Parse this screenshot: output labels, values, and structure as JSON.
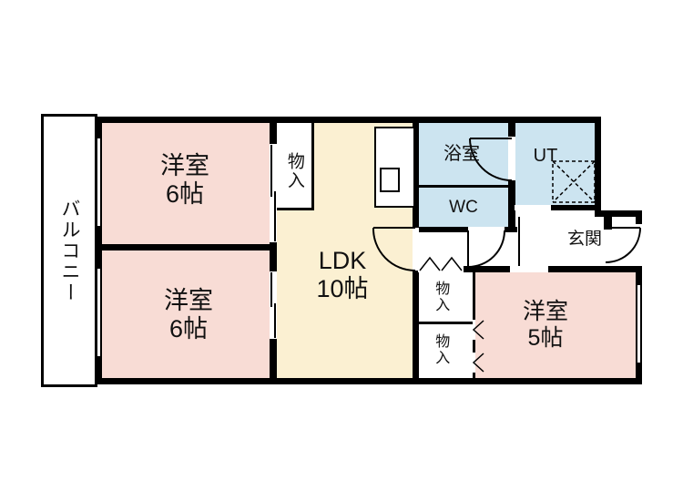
{
  "plan": {
    "balcony": {
      "label": "バルコニー"
    },
    "rooms": {
      "bedroom_top_left": {
        "name": "洋室",
        "size": "6帖"
      },
      "bedroom_bottom_left": {
        "name": "洋室",
        "size": "6帖"
      },
      "ldk": {
        "name": "LDK",
        "size": "10帖"
      },
      "bedroom_right": {
        "name": "洋室",
        "size": "5帖"
      },
      "bathroom": {
        "label": "浴室"
      },
      "toilet": {
        "label": "WC"
      },
      "utility": {
        "label": "UT"
      },
      "entrance": {
        "label": "玄関"
      },
      "closet_top": {
        "label": "物入"
      },
      "closet_middle": {
        "label": "物入"
      },
      "closet_bottom": {
        "label": "物入"
      }
    },
    "colors": {
      "bedroom_fill": "#f8dcd5",
      "ldk_fill": "#fbf0d2",
      "wet_area_fill": "#cce4f0",
      "wall": "#000000",
      "background": "#ffffff"
    }
  }
}
